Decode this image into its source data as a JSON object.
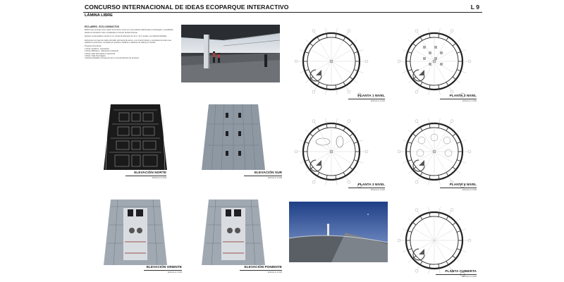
{
  "header": {
    "title": "CONCURSO INTERNACIONAL DE IDEAS ECOPARQUE INTERACTIVO",
    "sheet": "L 9",
    "subtitle": "LÁMINA LIBRE"
  },
  "text": {
    "heading": "ECO-AIRES - ECO-CONDUCTOS",
    "p1": "Edificio que emerge como reparo de la tierra, evoca con una estética relacionada a lo Ecológico, consolidada desde la orientación solar, emplazada en función del Eco-Parque.",
    "p2": "Espacio contemplativo inscrito en un círculo de diámetro de 13 m, de 4 niveles y la cubierta habitable.",
    "p3": "Estructura con base de radios del radio perimetral de acero, en el interior pilares y entrepisos de acero que rigidizan la estructura, revestida por paneles metálicos y aislantes de radios por niveles.",
    "program": [
      "Programa Funcional",
      "1 Nivel | Auditorio - Exposición",
      "2 Nivel | Biblioteca - Educación Ambiental",
      "3 Nivel | Sala Recreativa e Interactiva",
      "4 Nivel | Sala Tecnológica",
      "Cubierta Habitable | Proyección de un circuito Deporte de aventura"
    ]
  },
  "elevations": [
    {
      "label": "ELEVACIÓN NORTE",
      "scale": "ESCALA 1:100"
    },
    {
      "label": "ELEVACIÓN SUR",
      "scale": "ESCALA 1:100"
    },
    {
      "label": "ELEVACIÓN ORIENTE",
      "scale": "ESCALA 1:100"
    },
    {
      "label": "ELEVACIÓN PONIENTE",
      "scale": "ESCALA 1:100"
    }
  ],
  "plans": [
    {
      "label": "PLANTA 1 NIVEL",
      "scale": "ESCALA 1:100"
    },
    {
      "label": "PLANTA 2 NIVEL",
      "scale": "ESCALA 1:100"
    },
    {
      "label": "PLANTA 3 NIVEL",
      "scale": "ESCALA 1:100"
    },
    {
      "label": "PLANTA 4 NIVEL",
      "scale": "ESCALA 1:100"
    },
    {
      "label": "PLANTA CUBIERTA",
      "scale": "ESCALA 1:100"
    }
  ]
}
